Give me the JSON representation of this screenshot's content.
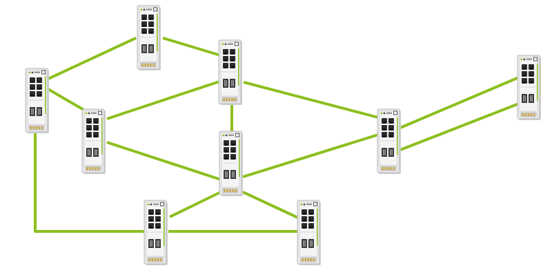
{
  "diagram": {
    "link_color": "#8cbf1e",
    "device_body_color": "#e8e8e8",
    "device_accent_color": "#8cbf1e",
    "port_color": "#2b2b2b",
    "devices": [
      {
        "id": "sw-1",
        "icon": "industrial-ethernet-switch-icon"
      },
      {
        "id": "sw-2",
        "icon": "industrial-ethernet-switch-icon"
      },
      {
        "id": "sw-3",
        "icon": "industrial-ethernet-switch-icon"
      },
      {
        "id": "sw-4",
        "icon": "industrial-ethernet-switch-icon"
      },
      {
        "id": "sw-5",
        "icon": "industrial-ethernet-switch-icon"
      },
      {
        "id": "sw-6",
        "icon": "industrial-ethernet-switch-icon"
      },
      {
        "id": "sw-7",
        "icon": "industrial-ethernet-switch-icon"
      },
      {
        "id": "sw-8",
        "icon": "industrial-ethernet-switch-icon"
      },
      {
        "id": "sw-9",
        "icon": "industrial-ethernet-switch-icon"
      }
    ],
    "links": [
      [
        "sw-1",
        "sw-2"
      ],
      [
        "sw-1",
        "sw-3"
      ],
      [
        "sw-2",
        "sw-4"
      ],
      [
        "sw-3",
        "sw-4"
      ],
      [
        "sw-4",
        "sw-5"
      ],
      [
        "sw-4",
        "sw-6"
      ],
      [
        "sw-3",
        "sw-5"
      ],
      [
        "sw-5",
        "sw-6"
      ],
      [
        "sw-6",
        "sw-7"
      ],
      [
        "sw-6",
        "sw-7"
      ],
      [
        "sw-5",
        "sw-8"
      ],
      [
        "sw-5",
        "sw-9"
      ],
      [
        "sw-8",
        "sw-9"
      ],
      [
        "sw-1",
        "sw-8"
      ]
    ]
  }
}
